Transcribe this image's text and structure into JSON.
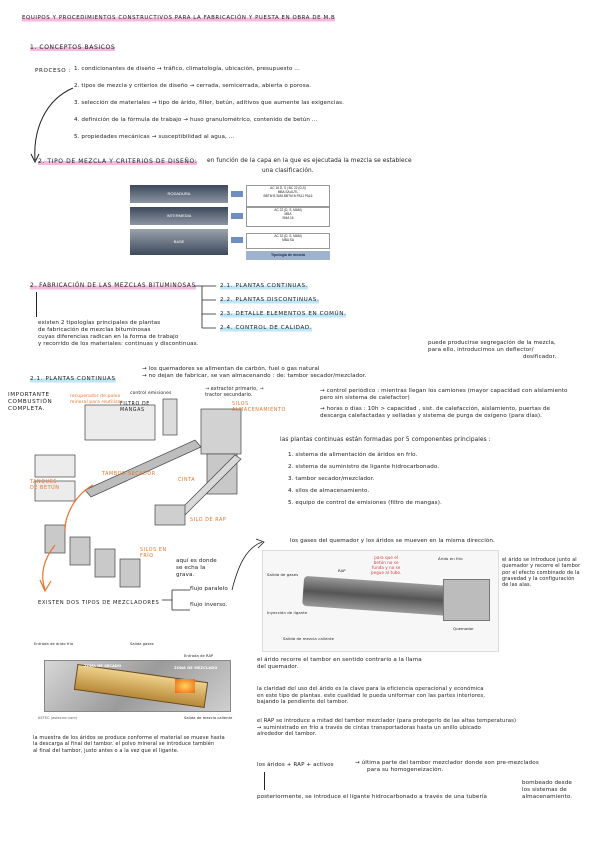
{
  "title": "equipos y procedimientos constructivos para la fabricación y puesta en obra de M.B",
  "section1": {
    "heading": "1. Conceptos basicos",
    "proceso_label": "proceso :",
    "steps": [
      "1. condicionantes de diseño → tráfico, climatología, ubicación, presupuesto ...",
      "2. tipos de mezcla y criterios de diseño → cerrada, semicerrada, abierta o porosa.",
      "3. selección de materiales → tipo de árido, filler, betún, aditivos que aumente las exigencias.",
      "4. definición de la fórmula de trabajo → huso granulométrico, contenido de betún ...",
      "5. propiedades mecánicas → susceptibilidad al agua, ..."
    ]
  },
  "section2": {
    "heading": "2. Tipo de mezcla y criterios de diseño:",
    "text_line1": "en función de la capa en la que es ejecutada la mezcla se establece",
    "text_line2": "una clasificación.",
    "table": {
      "layers": [
        "RODADURA",
        "INTERMEDIA",
        "BASE"
      ],
      "boxes": [
        [
          "AC 16 D, S | BC 22 (D,S)",
          "MBA  SA  AUTL",
          "BBTM B  SMA  BBTM B  PA11  PA16"
        ],
        [
          "AC 22 (D, S, MAM)",
          "MBA",
          "SMA 16"
        ],
        [
          "AC 32 (D, S, MAM)",
          "MBA  SA"
        ]
      ],
      "footer": "Tipología de mezcla"
    }
  },
  "section3": {
    "heading": "2. fabricación de las mezclas bituminosas",
    "sub": [
      "2.1. plantas continuas.",
      "2.2. plantas discontinuas.",
      "2.3. detalle elementos en común.",
      "2.4. control de calidad."
    ],
    "intro": [
      "existen 2 tipologías principales de plantas",
      "de fabricación de mezclas bituminosas",
      "cuyas diferencias radican en la forma de trabajo",
      "y recorrido de los materiales: continuas y discontinuas."
    ],
    "segregation": [
      "puede producirse segregación de la mezcla,",
      "para ello, introducimos un deflector/",
      "dosificador."
    ],
    "plantas_heading": "2.1. plantas continuas",
    "plantas_notes": [
      "→ los quemadores se alimentan de carbón, fuel o gas natural",
      "→ no dejan de fabricar, se van almacenando : de: tambor secador/mezclador."
    ],
    "importante": [
      "importante",
      "combustión",
      "completa."
    ],
    "diagram_labels": {
      "recuperador": "recuperador de polvo mineral para reutilizar",
      "control_emisiones": "control emisiones",
      "filtro": "filtro de mangas",
      "extractor": "→ extractor primario, → tractor secundario.",
      "silos_almacenamiento": "silos almacenamiento",
      "tambor": "tambor secador",
      "cinta": "cinta",
      "tanques": "tanques de betún",
      "silo_rap": "silo de RAP",
      "silos_frio": "silos en frío"
    },
    "control_notes": [
      "→ control periódico : mientras llegan los camiones (mayor capacidad con aislamiento",
      "   pero sin sistema de calefactor)",
      "→ horas o días : 10h > capacidad , sist. de calefacción, aislamiento, puertas de",
      "   descarga calefactadas y selladas y sistema de purga de oxígeno (para días)."
    ],
    "components_intro": "las plantas continuas están formadas por 5 componentes principales :",
    "components": [
      "1. sistema de alimentación de áridos en frío.",
      "2. sistema de suministro de ligante hidrocarbonado.",
      "3. tambor secador/mezclador.",
      "4. silos de almacenamiento.",
      "5. equipo de control de emisiones (filtro de mangas)."
    ],
    "silos_note": [
      "aquí es donde",
      "se echa la",
      "grava."
    ],
    "mezcladores": "existen dos tipos de mezcladores",
    "flujo": [
      "flujo paralelo",
      "flujo inverso."
    ]
  },
  "drum_fig": {
    "top_note": "los gases del quemador y los áridos se mueven en la misma dirección.",
    "labels": {
      "rap": "RAP",
      "arido": "Árido en frío",
      "salida_gases": "Salida de gases",
      "inyeccion": "Inyección de ligante",
      "quemador": "Quemador",
      "salida_mezcla": "Salida de mezcla caliente"
    },
    "red_note": [
      "para que el",
      "betún no se",
      "funda y no se",
      "pegue al tubo."
    ],
    "right_note": [
      "el árido se introduce junto al",
      "quemador y recorre el tambor",
      "por el efecto combinado de la",
      "gravedad y la configuración",
      "de las alas."
    ]
  },
  "photo_fig": {
    "labels": {
      "entrada": "Entrada de árido frío",
      "salida_gases": "Salida gases",
      "entrada_rap": "Entrada de RAP",
      "zona_secado": "ZONA DE SECADO",
      "zona_mezclado": "ZONA DE MEZCLADO",
      "salida_mezcla": "Salida de mezcla caliente",
      "credit": "ASTEC (astecinc.com)"
    },
    "caption": [
      "la muestra de los áridos se produce conforme el material se mueve hasta",
      "la descarga al final del tambor. el polvo mineral se introduce también",
      "al final del tambor, justo antes o a la vez que el ligante."
    ]
  },
  "bottom_notes": {
    "p1": [
      "el árido recorre el tambor en sentido contrario a la llama",
      "del quemador."
    ],
    "p2": [
      "la claridad del uso del árido es la clave para la eficiencia operacional y económica",
      "en este tipo de plantas. este cualidad le pueda uniformar con las partes interiores,",
      "bajando la pendiente del tambor."
    ],
    "p3": [
      "el RAP se introduce a mitad del tambor mezclador (para protegerlo de las altas temperaturas)",
      "→ suministrado en frío a través de cintas transportadoras hasta un anillo ubicado",
      "   alrededor del tambor."
    ],
    "p4_left": "los áridos + RAP + activos",
    "p4_right": [
      "→ última parte del tambor mezclador donde son pre-mezclados",
      "para su homogeneización."
    ],
    "p5": "posteriormente, se introduce el ligante hidrocarbonado a través de una tubería",
    "p5_note": [
      "bombeado desde",
      "los sistemas de",
      "almacenamiento."
    ]
  }
}
